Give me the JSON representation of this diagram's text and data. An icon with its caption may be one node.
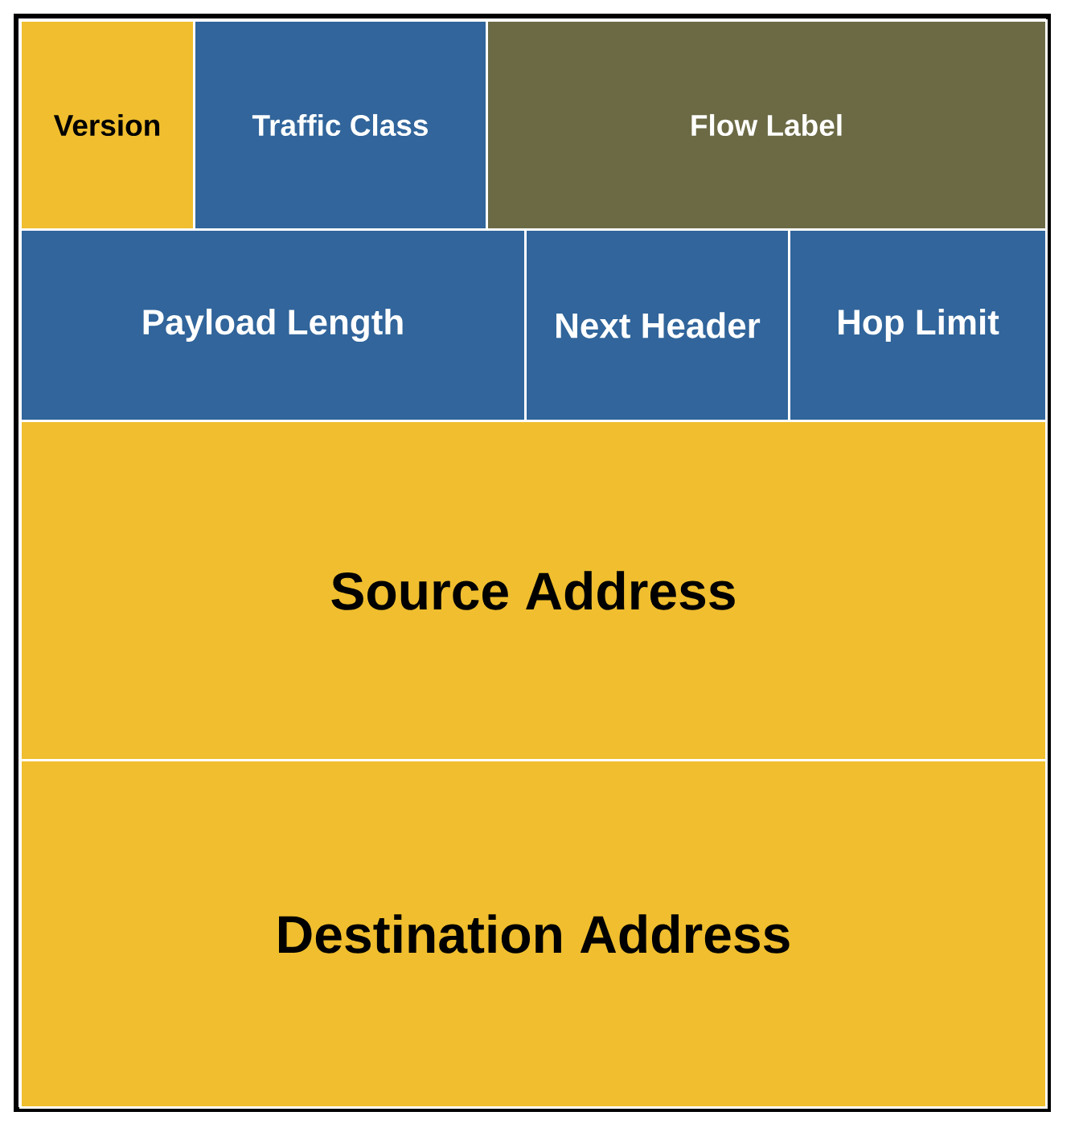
{
  "diagram": {
    "nodes": [
      {
        "text": [
          "Version"
        ]
      },
      {
        "text": [
          "Traffic Class"
        ]
      },
      {
        "text": [
          "Flow Label"
        ]
      },
      {
        "text": [
          "Payload Length"
        ]
      },
      {
        "text": [
          "Next Header"
        ]
      },
      {
        "text": [
          "Hop Limit"
        ]
      },
      {
        "text": [
          "Source Address"
        ]
      },
      {
        "text": [
          "Destination Address"
        ]
      }
    ]
  }
}
